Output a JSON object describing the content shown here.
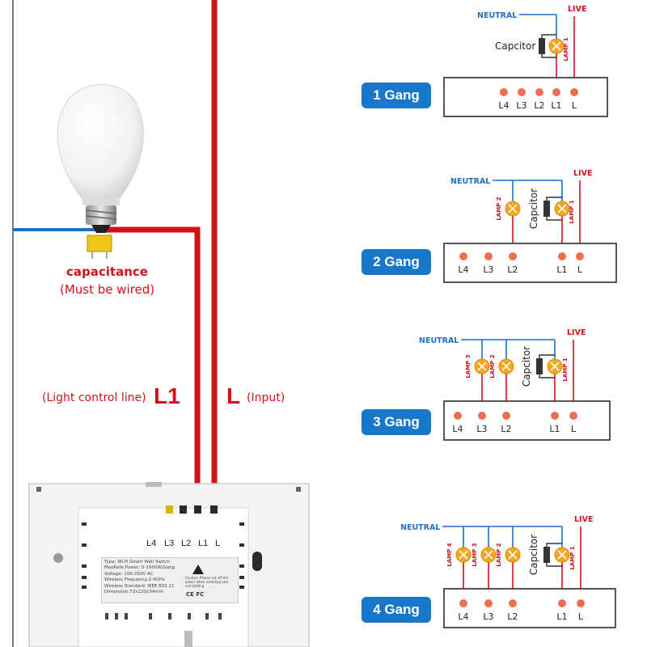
{
  "left": {
    "cap_title": "capacitance",
    "cap_note": "(Must be wired)",
    "l1_desc": "(Light control line)",
    "l1_label": "L1",
    "l_label": "L",
    "l_desc": "(Input)"
  },
  "switch_box": {
    "terminals": [
      "L4",
      "L3",
      "L2",
      "L1",
      "L"
    ],
    "sticker": {
      "type": "Type: Wi-Fi Smart Wall Switch",
      "maxrate": "MaxRate Power: 0-1000W/Gang",
      "voltage": "Voltage: 100-250V AC",
      "frequency": "Wireless Frequency:2.4GHz",
      "standard": "Wireless Standard: IEEE 802.11",
      "dimension": "Dimension:72x120x34mm",
      "caution": "Caution: Please cut off the power when installing and uninstalling",
      "marks": "CE FC"
    }
  },
  "legend": {
    "neutral": "NEUTRAL",
    "live": "LIVE",
    "capacitor": "Capcitor",
    "lamp1": "LAMP 1",
    "lamp2": "LAMP 2",
    "lamp3": "LAMP 3",
    "lamp4": "LAMP 4"
  },
  "gangs": [
    {
      "label": "1 Gang",
      "terminals": [
        "L4",
        "L3",
        "L2",
        "L1",
        "L"
      ]
    },
    {
      "label": "2 Gang",
      "terminals": [
        "L4",
        "L3",
        "L2",
        "L1",
        "L"
      ]
    },
    {
      "label": "3 Gang",
      "terminals": [
        "L4",
        "L3",
        "L2",
        "L1",
        "L"
      ]
    },
    {
      "label": "4 Gang",
      "terminals": [
        "L4",
        "L3",
        "L2",
        "L1",
        "L"
      ]
    }
  ],
  "colors": {
    "live_wire": "#d2121a",
    "neutral_wire": "#1f6fc2",
    "lamp": "#f5a623",
    "accent_blue": "#1877c9",
    "terminal_dot": "#ee6f4f"
  }
}
